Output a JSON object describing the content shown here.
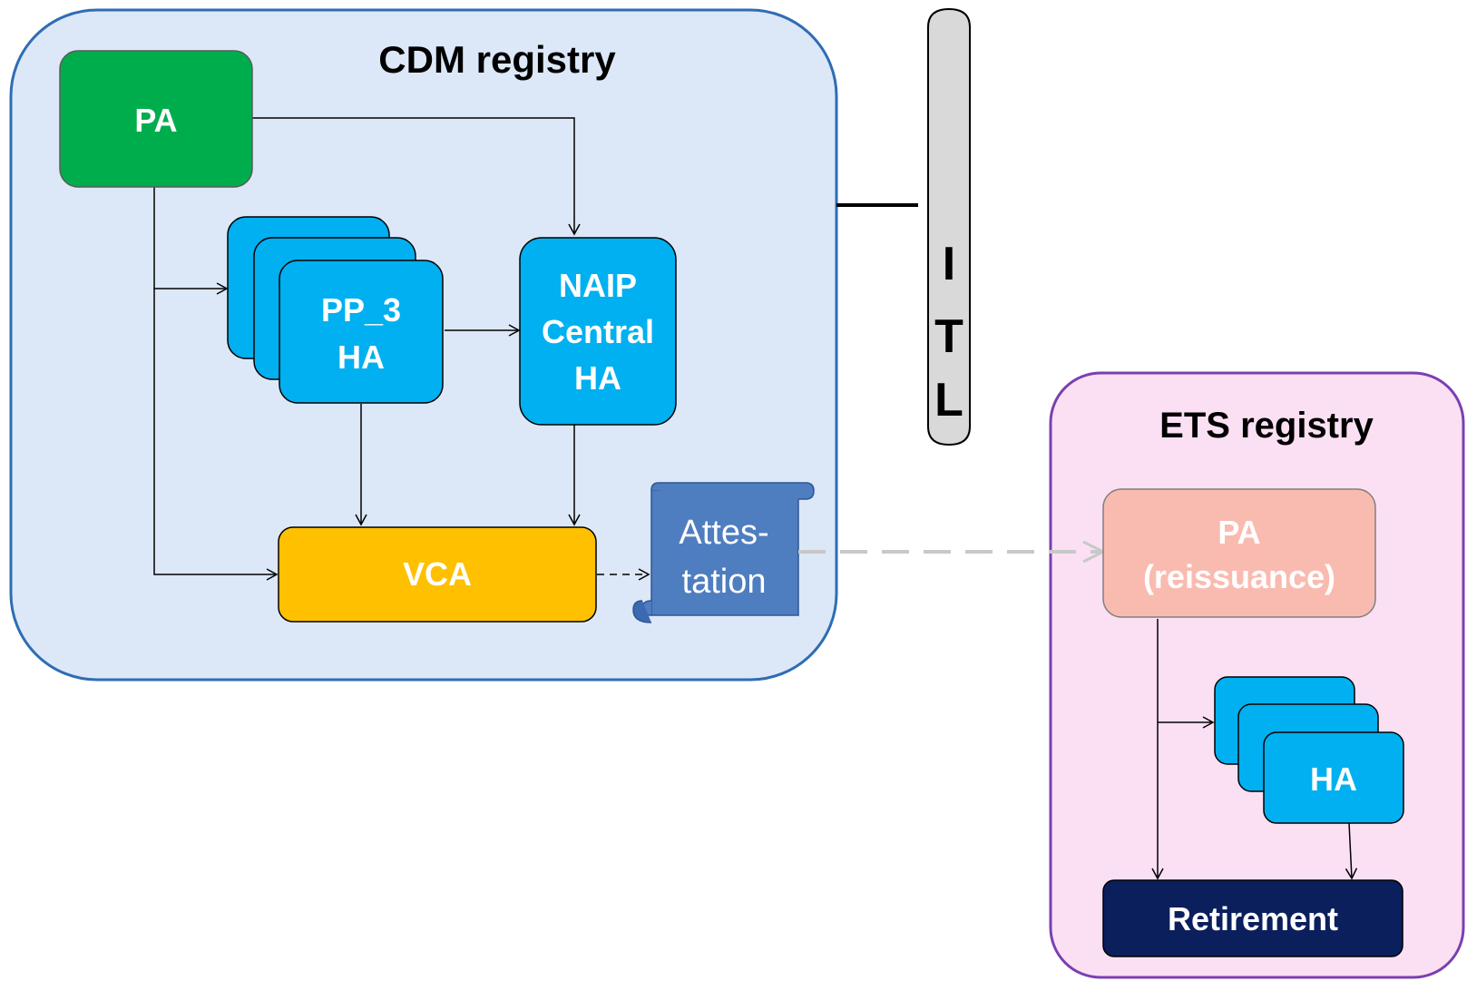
{
  "cdm_registry": {
    "title": "CDM registry",
    "pa": "PA",
    "pp3_line1": "PP_3",
    "pp3_line2": "HA",
    "naip_line1": "NAIP",
    "naip_line2": "Central",
    "naip_line3": "HA",
    "vca": "VCA",
    "attestation_line1": "Attes-",
    "attestation_line2": "tation"
  },
  "itl": {
    "letter1": "I",
    "letter2": "T",
    "letter3": "L"
  },
  "ets_registry": {
    "title": "ETS registry",
    "pa_line1": "PA",
    "pa_line2": "(reissuance)",
    "ha": "HA",
    "retirement": "Retirement"
  },
  "colors": {
    "cdm_fill": "#dce8f7",
    "cdm_border": "#2e6db4",
    "ets_fill": "#fbe0f4",
    "ets_border": "#7b3fb0",
    "pa_green": "#00ad4d",
    "ha_blue": "#00b0f0",
    "vca_yellow": "#ffc000",
    "attestation_blue": "#4f7ec0",
    "pa_reissuance": "#f9bbb0",
    "retirement_navy": "#0a1f5c",
    "itl_gray": "#d9d9d9"
  }
}
